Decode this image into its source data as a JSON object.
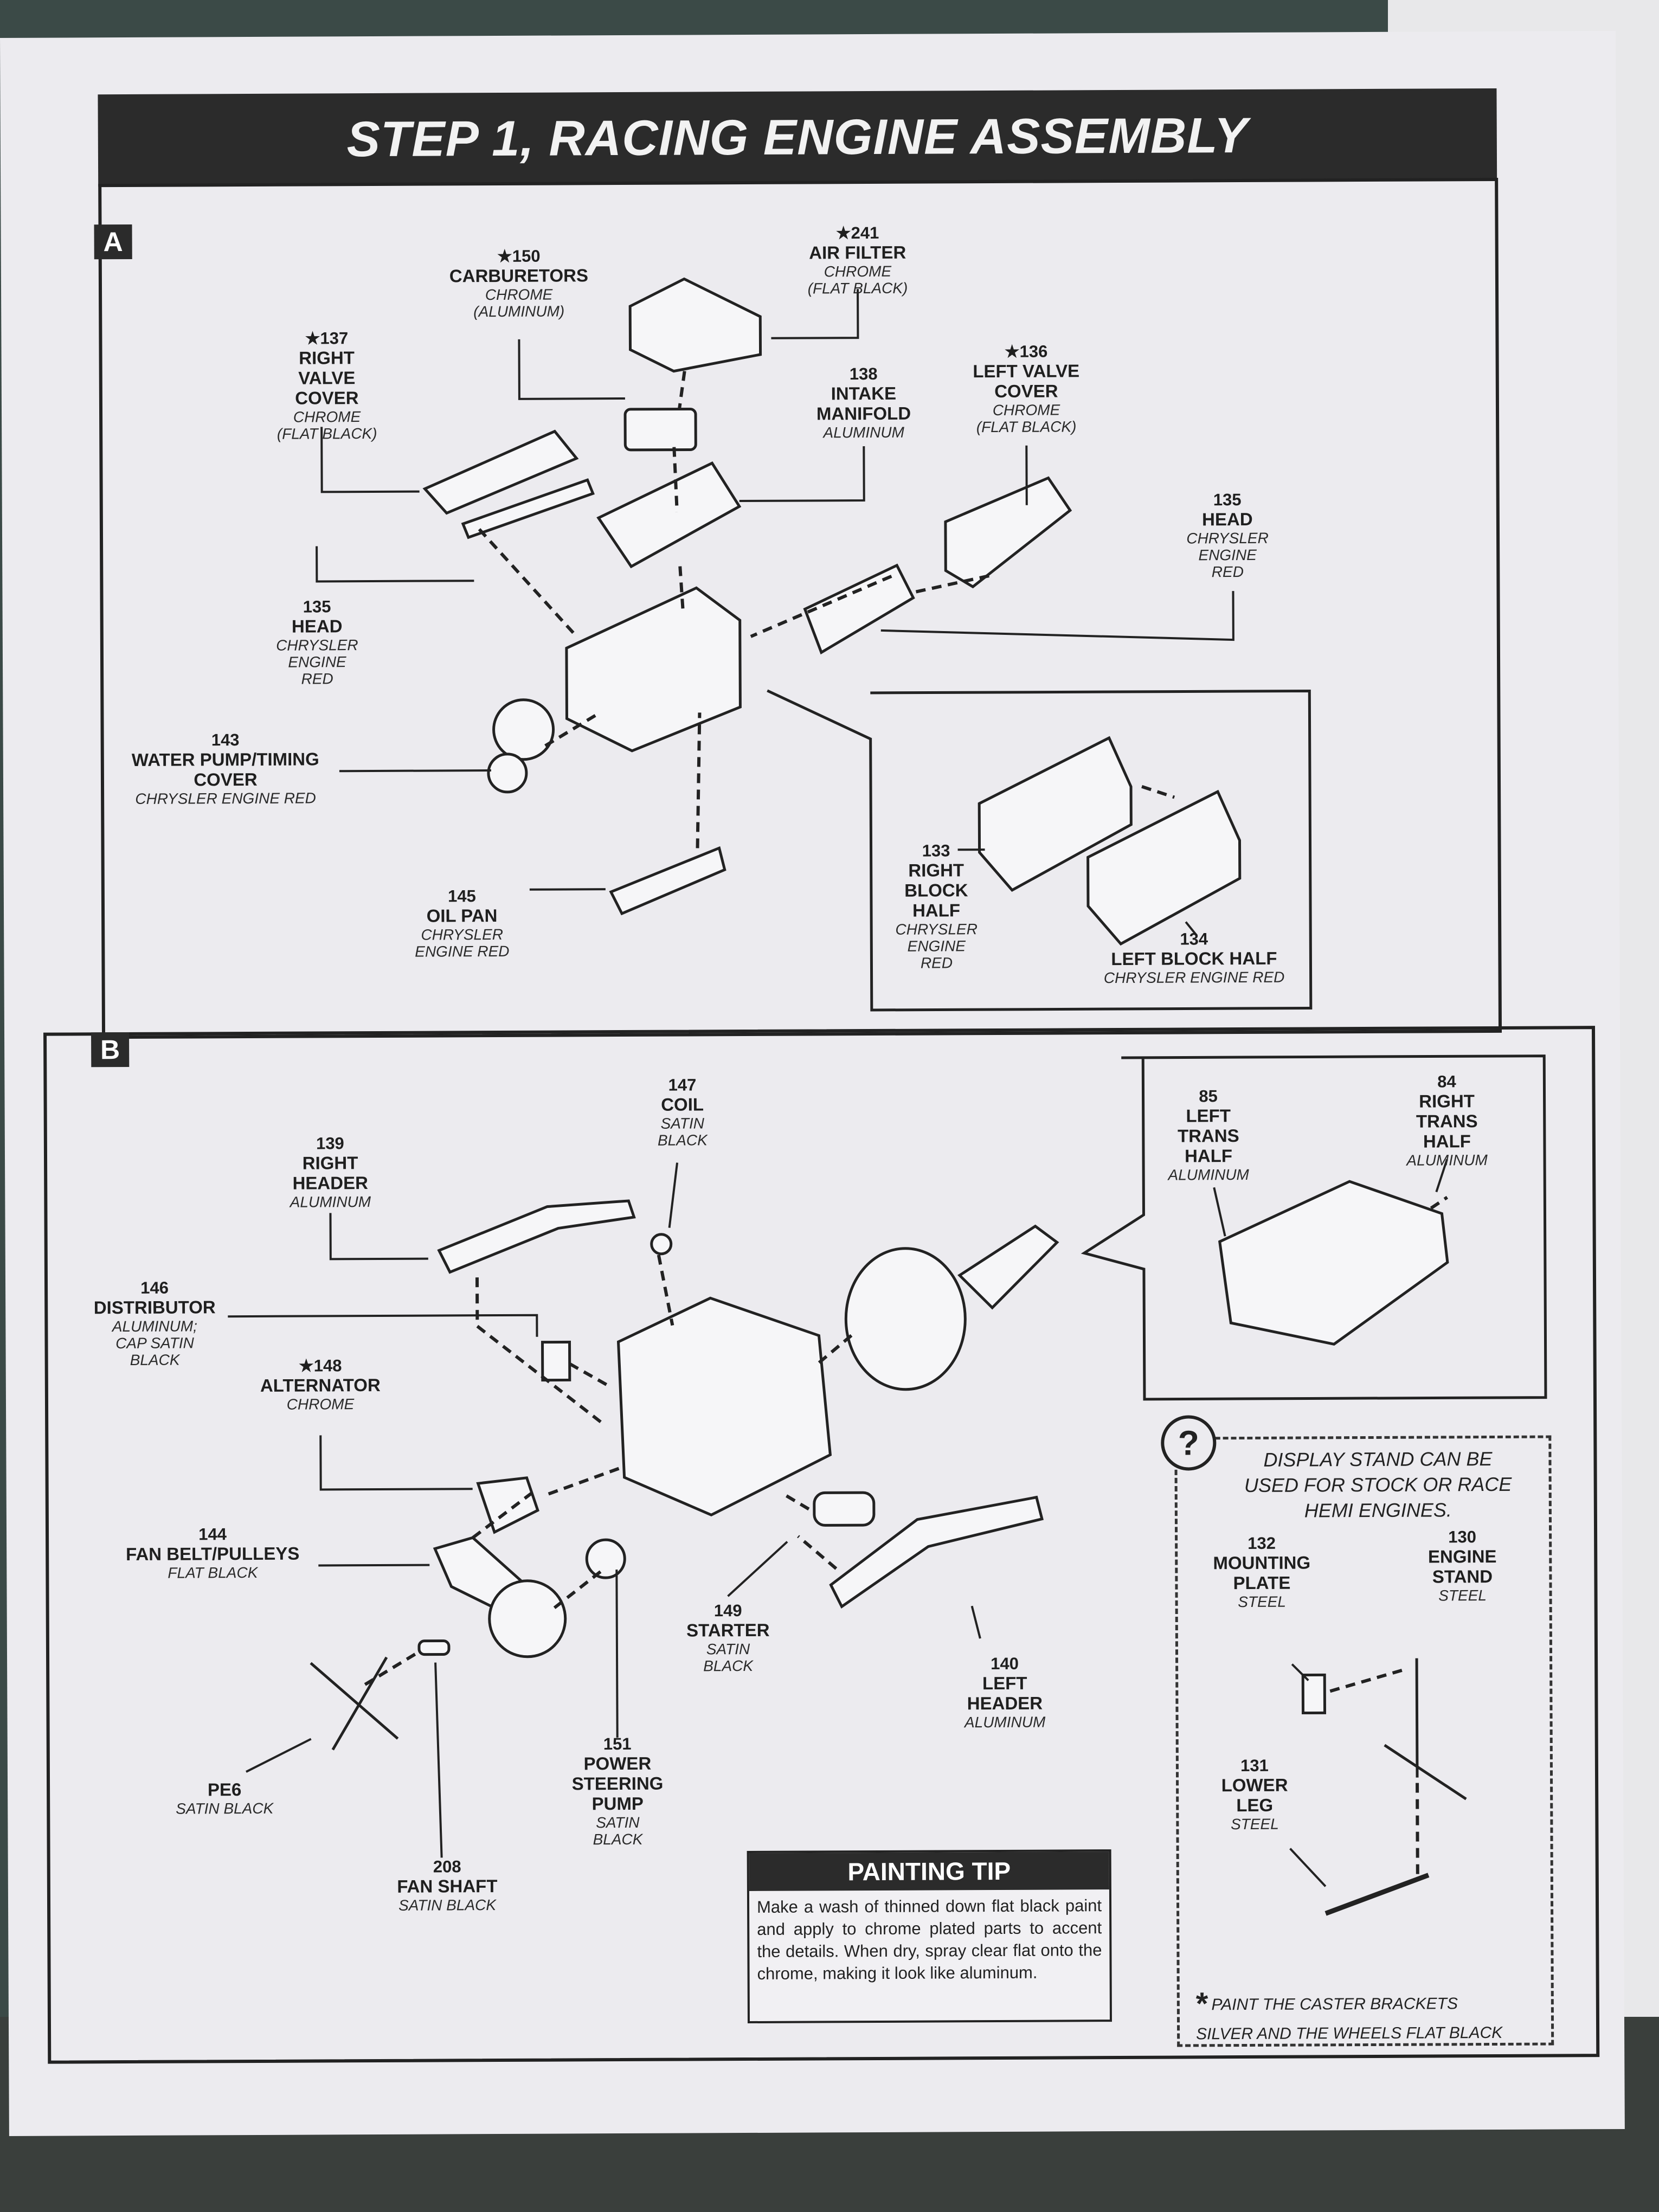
{
  "step_title": "STEP 1, RACING  ENGINE ASSEMBLY",
  "section_a": {
    "tag": "A",
    "parts": {
      "air_filter": {
        "num": "★241",
        "name": "AIR FILTER",
        "color": "CHROME\n(FLAT BLACK)"
      },
      "carburetors": {
        "num": "★150",
        "name": "CARBURETORS",
        "color": "CHROME\n(ALUMINUM)"
      },
      "right_valve_cover": {
        "num": "★137",
        "name": "RIGHT\nVALVE\nCOVER",
        "color": "CHROME\n(FLAT BLACK)"
      },
      "intake_manifold": {
        "num": "138",
        "name": "INTAKE\nMANIFOLD",
        "color": "ALUMINUM"
      },
      "left_valve_cover": {
        "num": "★136",
        "name": "LEFT VALVE\nCOVER",
        "color": "CHROME\n(FLAT BLACK)"
      },
      "head_right": {
        "num": "135",
        "name": "HEAD",
        "color": "CHRYSLER\nENGINE\nRED"
      },
      "head_left": {
        "num": "135",
        "name": "HEAD",
        "color": "CHRYSLER\nENGINE\nRED"
      },
      "water_pump": {
        "num": "143",
        "name": "WATER PUMP/TIMING\nCOVER",
        "color": "CHRYSLER ENGINE RED"
      },
      "oil_pan": {
        "num": "145",
        "name": "OIL PAN",
        "color": "CHRYSLER\nENGINE RED"
      },
      "right_block_half": {
        "num": "133",
        "name": "RIGHT\nBLOCK\nHALF",
        "color": "CHRYSLER\nENGINE\nRED"
      },
      "left_block_half": {
        "num": "134",
        "name": "LEFT BLOCK HALF",
        "color": "CHRYSLER ENGINE RED"
      }
    }
  },
  "section_b": {
    "tag": "B",
    "parts": {
      "coil": {
        "num": "147",
        "name": "COIL",
        "color": "SATIN\nBLACK"
      },
      "right_header": {
        "num": "139",
        "name": "RIGHT\nHEADER",
        "color": "ALUMINUM"
      },
      "distributor": {
        "num": "146",
        "name": "DISTRIBUTOR",
        "color": "ALUMINUM;\nCAP SATIN\nBLACK"
      },
      "alternator": {
        "num": "★148",
        "name": "ALTERNATOR",
        "color": "CHROME"
      },
      "fan_belt": {
        "num": "144",
        "name": "FAN  BELT/PULLEYS",
        "color": "FLAT BLACK"
      },
      "fan": {
        "num": "",
        "name": "PE6",
        "color": "SATIN BLACK"
      },
      "fan_shaft": {
        "num": "208",
        "name": "FAN SHAFT",
        "color": "SATIN BLACK"
      },
      "power_steering": {
        "num": "151",
        "name": "POWER\nSTEERING\nPUMP",
        "color": "SATIN\nBLACK"
      },
      "starter": {
        "num": "149",
        "name": "STARTER",
        "color": "SATIN\nBLACK"
      },
      "left_header": {
        "num": "140",
        "name": "LEFT\nHEADER",
        "color": "ALUMINUM"
      },
      "left_trans_half": {
        "num": "85",
        "name": "LEFT\nTRANS\nHALF",
        "color": "ALUMINUM"
      },
      "right_trans_half": {
        "num": "84",
        "name": "RIGHT\nTRANS\nHALF",
        "color": "ALUMINUM"
      }
    },
    "painting_tip": {
      "title": "PAINTING TIP",
      "body": "Make a wash of thinned down flat black paint and apply to chrome plated parts to accent the details. When dry, spray clear flat onto the chrome, making it look like aluminum."
    },
    "display_stand": {
      "icon": "?",
      "heading": "DISPLAY STAND CAN BE\nUSED FOR STOCK OR RACE\nHEMI ENGINES.",
      "mounting_plate": {
        "num": "132",
        "name": "MOUNTING\nPLATE",
        "color": "STEEL"
      },
      "engine_stand": {
        "num": "130",
        "name": "ENGINE\nSTAND",
        "color": "STEEL"
      },
      "lower_leg": {
        "num": "131",
        "name": "LOWER\nLEG",
        "color": "STEEL"
      },
      "asterisk": "*",
      "note": "PAINT THE CASTER BRACKETS\nSILVER AND THE WHEELS FLAT BLACK"
    }
  }
}
